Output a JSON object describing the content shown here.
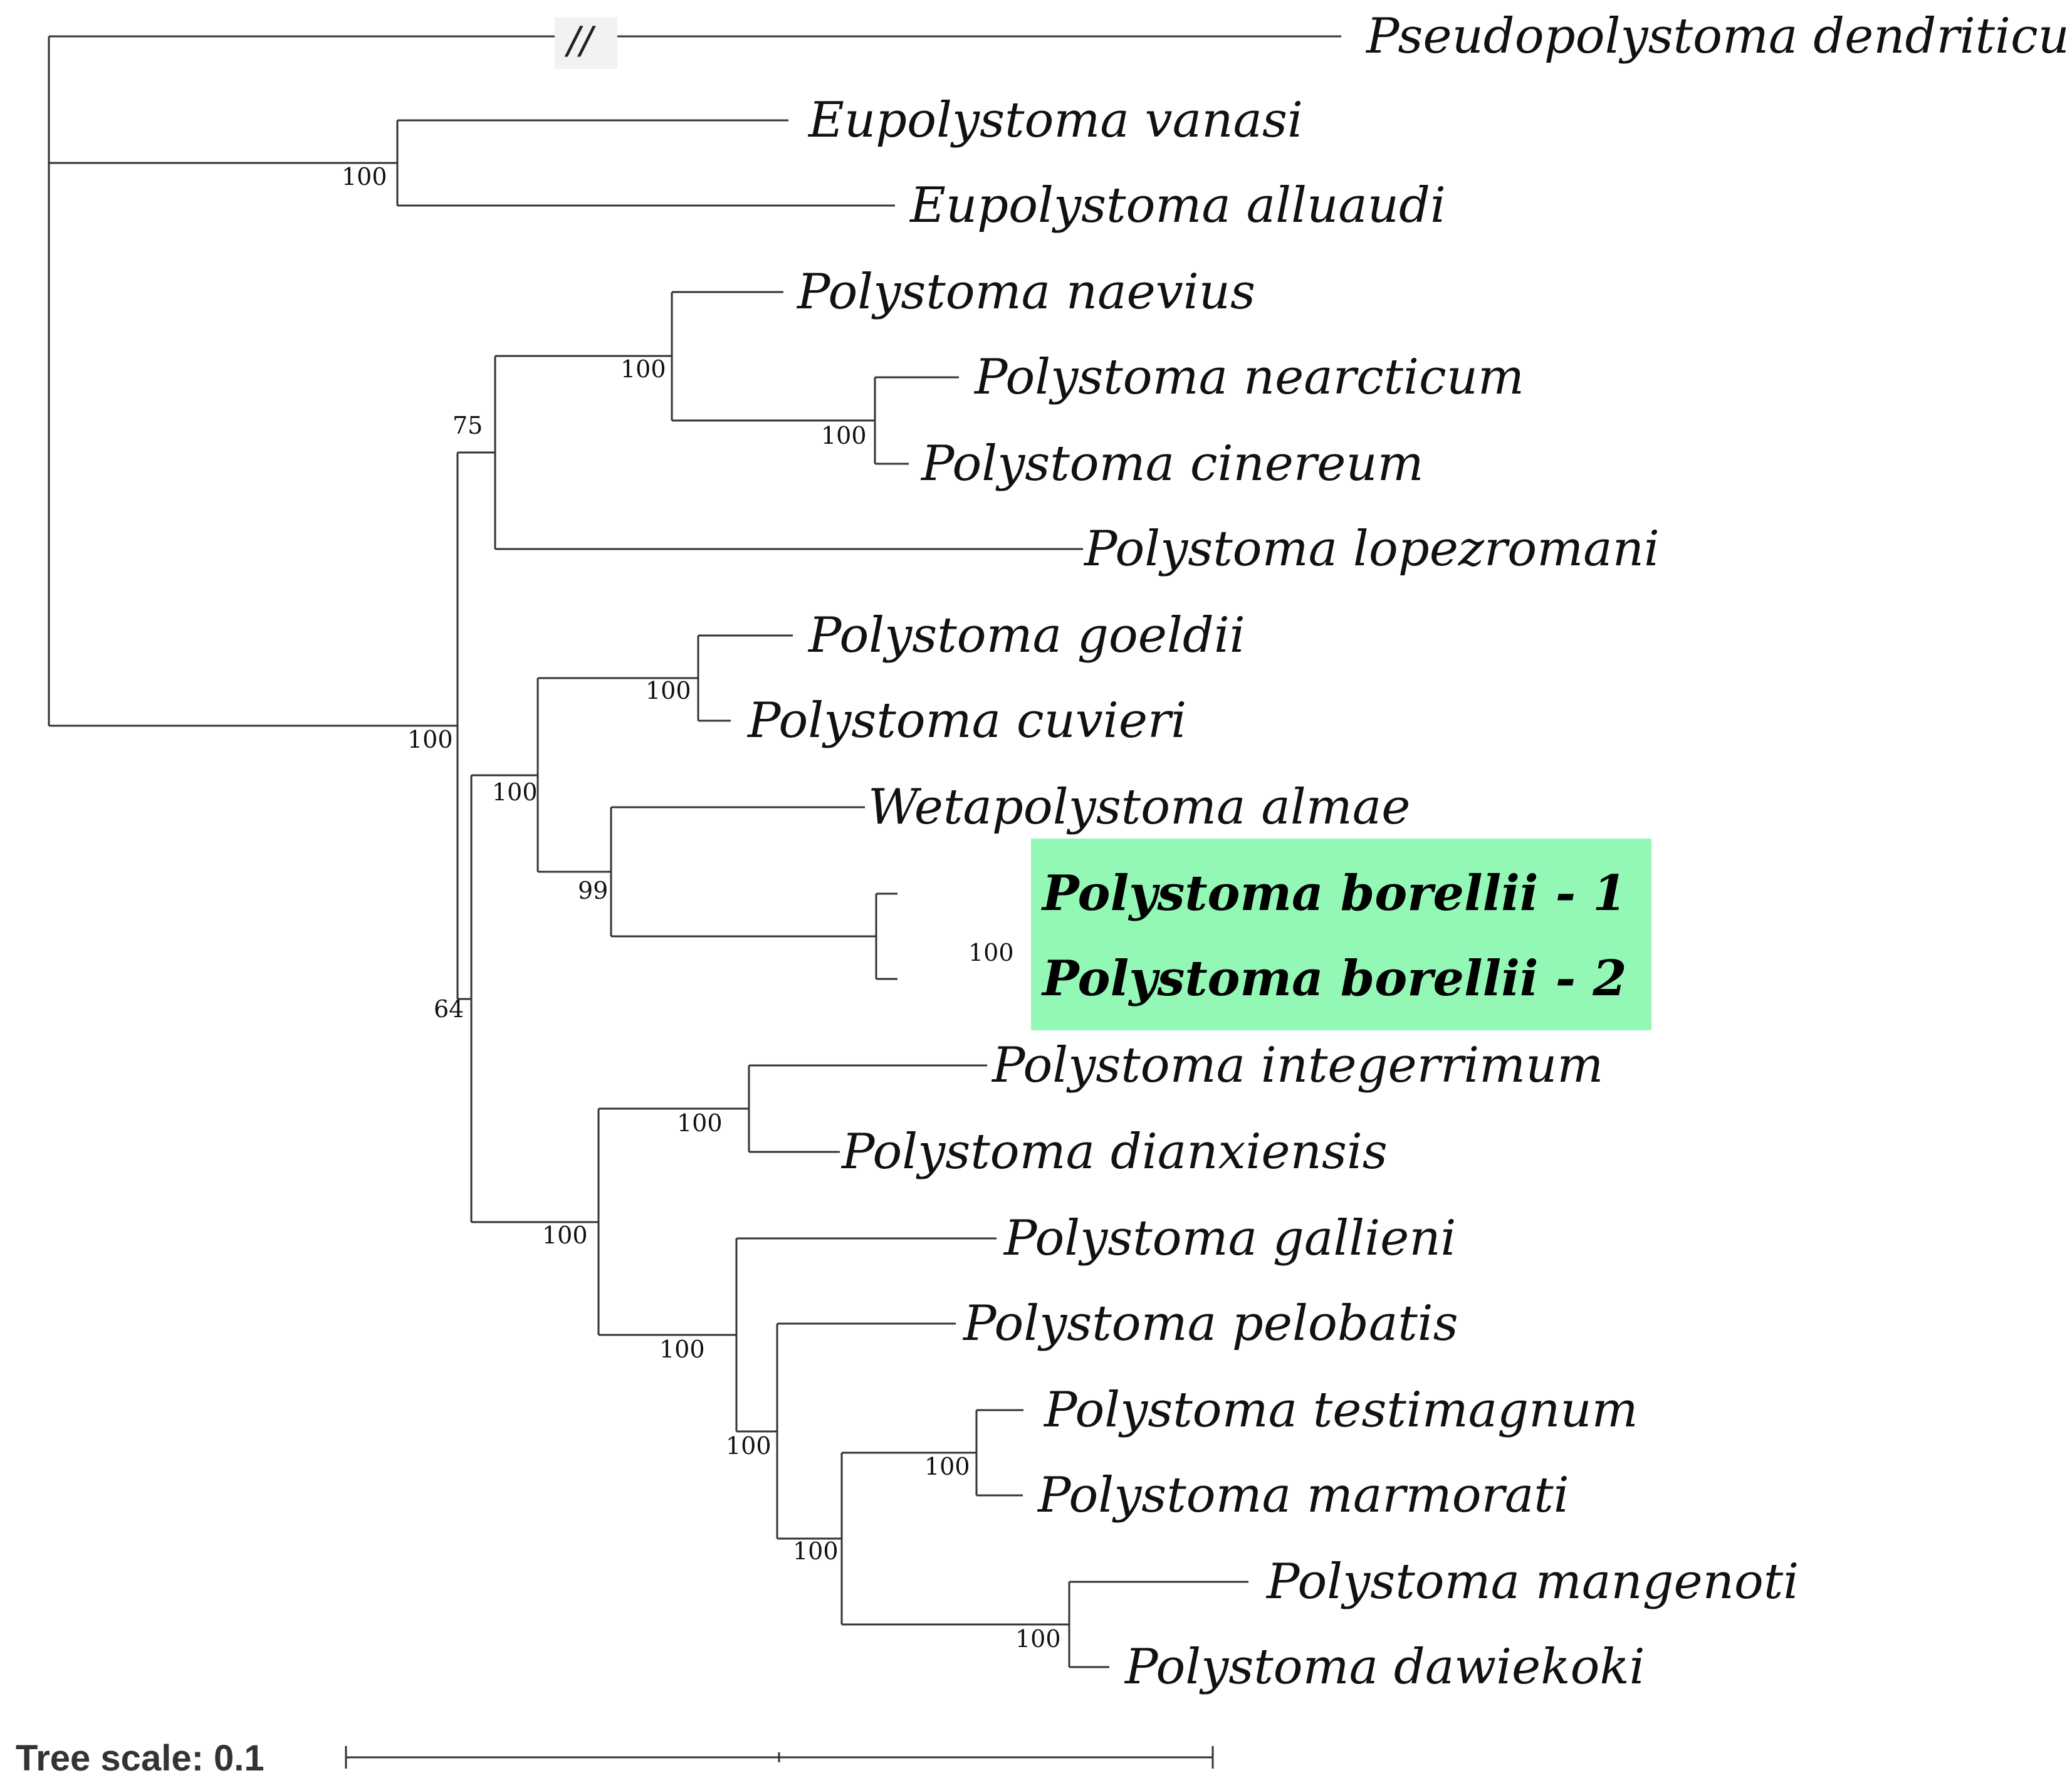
{
  "tree": {
    "taxa": [
      {
        "id": "pseudopolystoma",
        "label": "Pseudopolystoma dendriticum"
      },
      {
        "id": "eu-vanasi",
        "label": "Eupolystoma vanasi"
      },
      {
        "id": "eu-alluaudi",
        "label": "Eupolystoma alluaudi"
      },
      {
        "id": "naevius",
        "label": "Polystoma naevius"
      },
      {
        "id": "nearcticum",
        "label": "Polystoma nearcticum"
      },
      {
        "id": "cinereum",
        "label": "Polystoma cinereum"
      },
      {
        "id": "lopezromani",
        "label": "Polystoma lopezromani"
      },
      {
        "id": "goeldii",
        "label": "Polystoma goeldii"
      },
      {
        "id": "cuvieri",
        "label": "Polystoma cuvieri"
      },
      {
        "id": "wetapolystoma",
        "label": "Wetapolystoma almae"
      },
      {
        "id": "borellii-1",
        "label": "Polystoma borellii  - 1",
        "highlight": true
      },
      {
        "id": "borellii-2",
        "label": "Polystoma borellii  - 2",
        "highlight": true
      },
      {
        "id": "integerrimum",
        "label": "Polystoma integerrimum"
      },
      {
        "id": "dianxiensis",
        "label": "Polystoma dianxiensis"
      },
      {
        "id": "gallieni",
        "label": "Polystoma gallieni"
      },
      {
        "id": "pelobatis",
        "label": "Polystoma pelobatis"
      },
      {
        "id": "testimagnum",
        "label": "Polystoma testimagnum"
      },
      {
        "id": "marmorati",
        "label": "Polystoma marmorati"
      },
      {
        "id": "mangenoti",
        "label": "Polystoma mangenoti"
      },
      {
        "id": "dawiekoki",
        "label": "Polystoma dawiekoki"
      }
    ],
    "supports": {
      "eupolystoma": "100",
      "naevius-clade": "100",
      "nearcticum-cinereum": "100",
      "clade-75": "75",
      "polystoma-root": "100",
      "goeldii-cuvieri": "100",
      "clade-100a": "100",
      "weta-borellii": "99",
      "borellii": "100",
      "clade-64": "64",
      "integerrimum-dianxiensis": "100",
      "clade-100b": "100",
      "gallieni-clade": "100",
      "pelobatis-clade": "100",
      "testimagnum-marmorati": "100",
      "upper-inner": "100",
      "mangenoti-dawiekoki": "100"
    },
    "branch_break_symbol": "//",
    "highlight_color": "#93f8b6"
  },
  "scale": {
    "label": "Tree scale: 0.1"
  }
}
